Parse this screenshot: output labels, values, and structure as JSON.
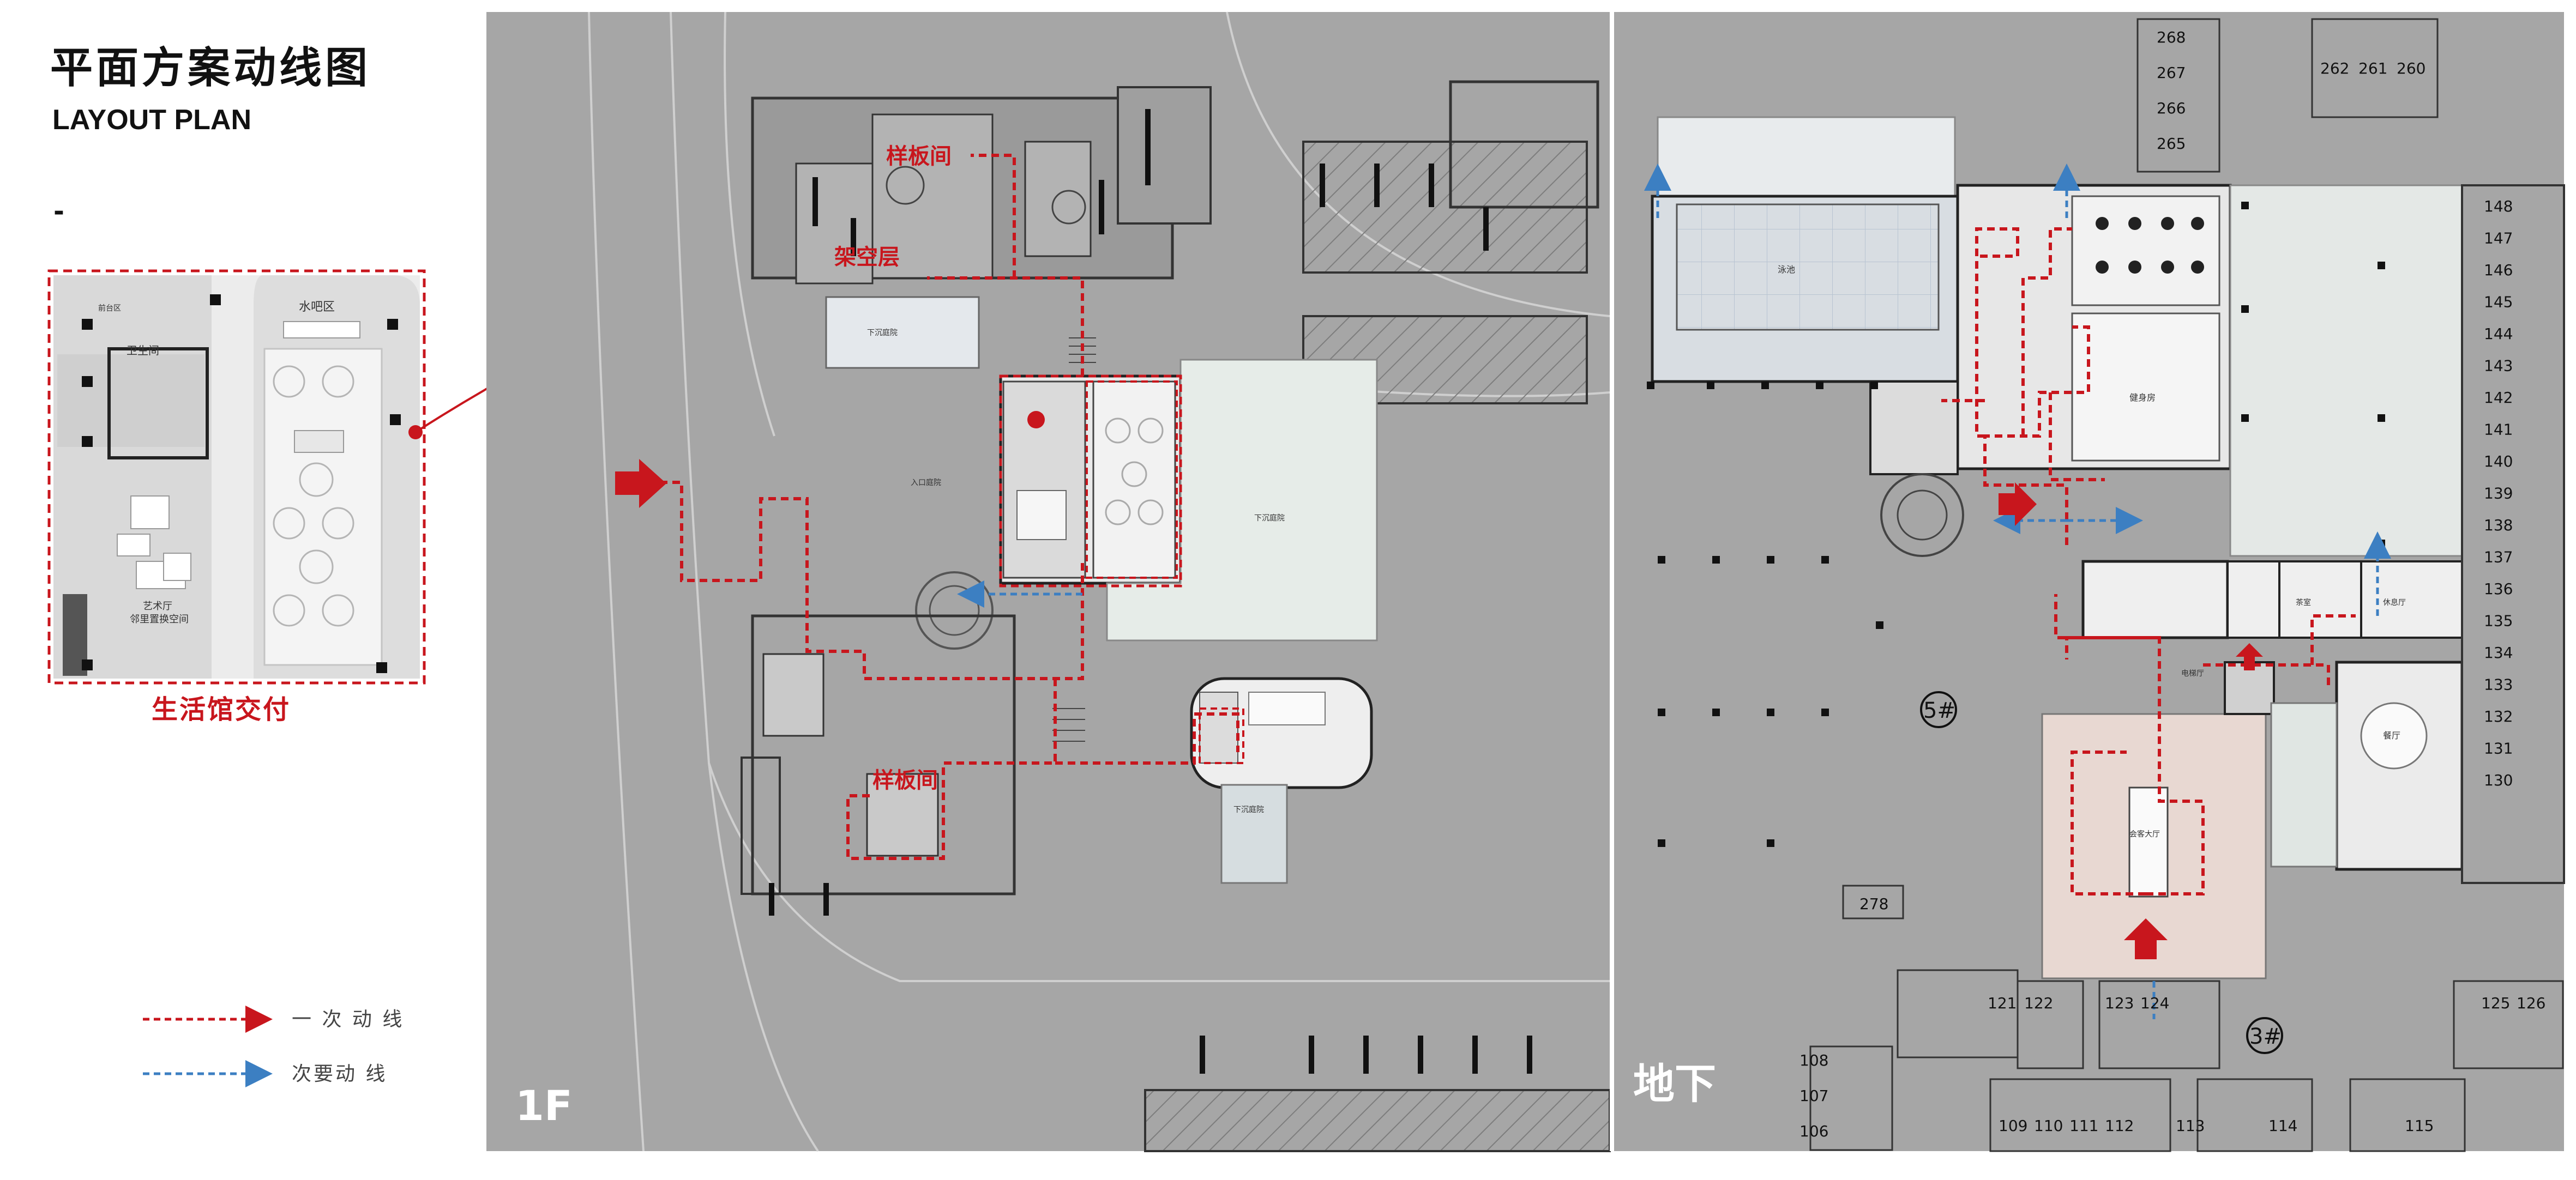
{
  "header": {
    "title_cn": "平面方案动线图",
    "title_en": "LAYOUT PLAN",
    "dash": "-"
  },
  "inset": {
    "caption": "生活馆交付",
    "labels": {
      "reception": "前台区",
      "water_bar": "水吧区",
      "restroom": "卫生间",
      "art_hall": "艺术厅",
      "art_hall_sub": "邻里置换空间"
    }
  },
  "legend": {
    "primary": "一 次 动 线",
    "secondary": "次要动 线"
  },
  "plan_1f": {
    "floor_label": "1F",
    "room_labels": {
      "sample_top": "样板间",
      "stilt_floor": "架空层",
      "sample_bottom": "样板间",
      "sunken_court": "下沉庭院",
      "entrance_plaza": "入口庭院",
      "sunken_plaza": "下沉庭院",
      "sunken_small": "下沉庭院"
    }
  },
  "plan_b1": {
    "floor_label": "地下",
    "building_5": "5#",
    "building_3": "3#",
    "parking_top": [
      "268",
      "267",
      "266",
      "265"
    ],
    "parking_top_row": [
      "262",
      "261",
      "260"
    ],
    "parking_right": [
      "148",
      "147",
      "146",
      "145",
      "144",
      "143",
      "142",
      "141",
      "140",
      "139",
      "138",
      "137",
      "136",
      "135",
      "134",
      "133",
      "132",
      "131",
      "130"
    ],
    "parking_bottom": [
      "121",
      "122",
      "123",
      "124",
      "125",
      "126"
    ],
    "parking_bottom_row": [
      "109",
      "110",
      "111",
      "112",
      "113",
      "114",
      "115"
    ],
    "parking_left": [
      "108",
      "107",
      "106"
    ],
    "parking_single": "278",
    "pool": "泳池",
    "gym": "健身房",
    "lobby": "会客大厅",
    "elevator": "电梯厅",
    "lounge": "休息厅",
    "tea": "茶室",
    "dining": "餐厅"
  },
  "colors": {
    "primary_route": "#c8161d",
    "secondary_route": "#3c7fc2",
    "plan_bg": "#a6a6a6",
    "inset_bg": "#e4e4e4"
  }
}
